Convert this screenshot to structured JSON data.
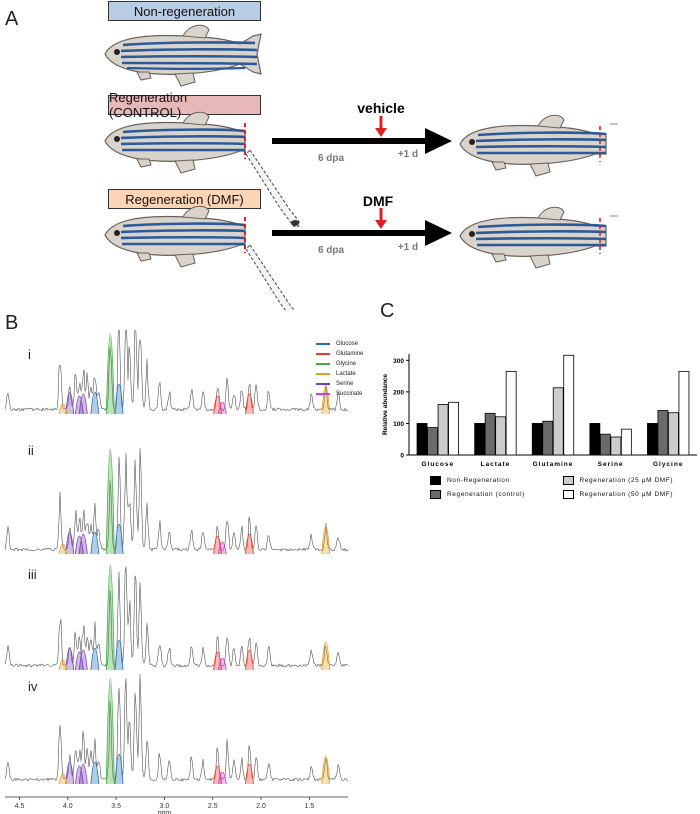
{
  "panels": {
    "a": "A",
    "b": "B",
    "c": "C"
  },
  "conditions": [
    {
      "label": "Non-regeneration",
      "color": "#b8cce4"
    },
    {
      "label": "Regeneration (CONTROL)",
      "color": "#e6b9b8"
    },
    {
      "label": "Regeneration (DMF)",
      "color": "#fcd5b5"
    }
  ],
  "timeline": [
    {
      "treatment": "vehicle",
      "dpa_label": "6 dpa",
      "plus_label": "+1 d"
    },
    {
      "treatment": "DMF",
      "dpa_label": "6 dpa",
      "plus_label": "+1 d"
    }
  ],
  "nmr": {
    "spectra": [
      "i",
      "ii",
      "iii",
      "iv"
    ],
    "x_label": "ppm",
    "x_ticks": [
      "4.5",
      "4.0",
      "3.5",
      "3.0",
      "2.5",
      "2.0",
      "1.5"
    ],
    "legend": [
      {
        "name": "Glucose",
        "color": "#1f6fb5"
      },
      {
        "name": "Glutamine",
        "color": "#e8392b"
      },
      {
        "name": "Glycine",
        "color": "#3fae3f"
      },
      {
        "name": "Lactate",
        "color": "#e5a020"
      },
      {
        "name": "Serine",
        "color": "#7a3fb5"
      },
      {
        "name": "Succinate",
        "color": "#d63ad0"
      }
    ]
  },
  "chart_data": {
    "type": "bar",
    "categories": [
      "Glucose",
      "Lactate",
      "Glutamine",
      "Serine",
      "Glycine"
    ],
    "ylabel": "Relative abundance",
    "ylim": [
      0,
      320
    ],
    "y_ticks": [
      0,
      100,
      200,
      300
    ],
    "series": [
      {
        "name": "Non-Regeneration",
        "color": "#000000",
        "values": [
          100,
          100,
          100,
          100,
          100
        ]
      },
      {
        "name": "Regeneration (control)",
        "color": "#6b6b6b",
        "values": [
          87,
          132,
          107,
          66,
          141
        ]
      },
      {
        "name": "Regeneration (25 μM DMF)",
        "color": "#cccccc",
        "values": [
          160,
          121,
          213,
          57,
          134
        ]
      },
      {
        "name": "Regeneration (50 μM DMF)",
        "color": "#ffffff",
        "values": [
          167,
          265,
          316,
          82,
          265
        ]
      }
    ]
  }
}
